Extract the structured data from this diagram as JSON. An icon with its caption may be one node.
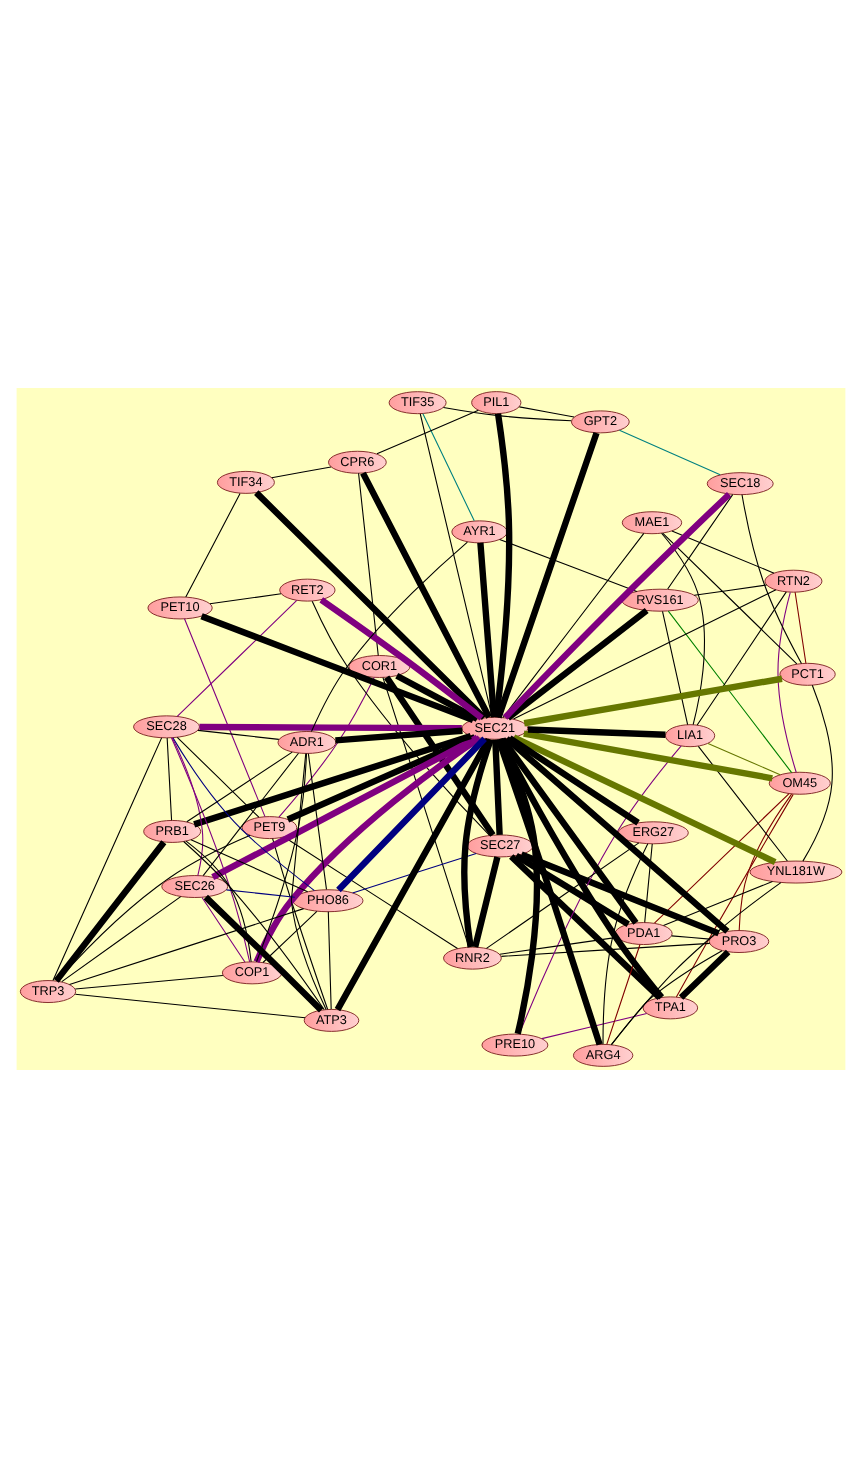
{
  "diagram": {
    "nodes": [
      {
        "text": [
          "OM45"
        ]
      },
      {
        "text": [
          "TPA1"
        ]
      },
      {
        "text": [
          "PRO3"
        ]
      },
      {
        "text": [
          "PRE10"
        ]
      },
      {
        "text": [
          "LIA1"
        ]
      },
      {
        "text": [
          "YNL181W"
        ]
      },
      {
        "text": [
          "PDA1"
        ]
      },
      {
        "text": [
          "MAE1"
        ]
      },
      {
        "text": [
          "ARG4"
        ]
      },
      {
        "text": [
          "PCT1"
        ]
      },
      {
        "text": [
          "RTN2"
        ]
      },
      {
        "text": [
          "ERG27"
        ]
      },
      {
        "text": [
          "RVS161"
        ]
      },
      {
        "text": [
          "SEC18"
        ]
      },
      {
        "text": [
          "RNR2"
        ]
      },
      {
        "text": [
          "AYR1"
        ]
      },
      {
        "text": [
          "GPT2"
        ]
      },
      {
        "text": [
          "TIF35"
        ]
      },
      {
        "text": [
          "PIL1"
        ]
      },
      {
        "text": [
          "COR1"
        ]
      },
      {
        "text": [
          "CPR6"
        ]
      },
      {
        "text": [
          "TIF34"
        ]
      },
      {
        "text": [
          "PET10"
        ]
      },
      {
        "text": [
          "PET9"
        ]
      },
      {
        "text": [
          "SEC27"
        ]
      },
      {
        "text": [
          "RET2"
        ]
      },
      {
        "text": [
          "SEC21"
        ]
      },
      {
        "text": [
          "SEC28"
        ]
      },
      {
        "text": [
          "SEC26"
        ]
      },
      {
        "text": [
          "ATP3"
        ]
      },
      {
        "text": [
          "ADR1"
        ]
      },
      {
        "text": [
          "PRB1"
        ]
      },
      {
        "text": [
          "COP1"
        ]
      },
      {
        "text": [
          "TRP3"
        ]
      },
      {
        "text": [
          "PHO86"
        ]
      }
    ],
    "edges": [
      {
        "from": 26,
        "to": 34,
        "arrow": "none",
        "style": "thick",
        "color": "#000080"
      },
      {
        "from": 26,
        "to": 32,
        "arrow": "none",
        "style": "thick",
        "color": "#800080"
      },
      {
        "from": 26,
        "to": 30,
        "arrow": "none",
        "style": "thick"
      },
      {
        "from": 26,
        "to": 31,
        "arrow": "none",
        "style": "thick"
      },
      {
        "from": 26,
        "to": 29,
        "arrow": "none",
        "style": "thick"
      },
      {
        "from": 31,
        "to": 33,
        "arrow": "none",
        "style": "thick"
      },
      {
        "from": 26,
        "to": 27,
        "arrow": "none",
        "style": "thick",
        "color": "#800080"
      },
      {
        "from": 26,
        "to": 25,
        "arrow": "none",
        "style": "thick",
        "color": "#800080"
      },
      {
        "from": 26,
        "to": 28,
        "arrow": "none",
        "style": "thick",
        "color": "#800080"
      },
      {
        "from": 26,
        "to": 24,
        "arrow": "none",
        "style": "thick"
      },
      {
        "from": 30,
        "to": 32,
        "arrow": "none"
      },
      {
        "from": 30,
        "to": 31,
        "arrow": "none"
      },
      {
        "from": 30,
        "to": 29,
        "arrow": "none"
      },
      {
        "from": 30,
        "to": 34,
        "arrow": "none"
      },
      {
        "from": 30,
        "to": 27,
        "arrow": "none"
      },
      {
        "from": 30,
        "to": 28,
        "arrow": "none"
      },
      {
        "from": 30,
        "to": 15,
        "arrow": "none"
      },
      {
        "from": 32,
        "to": 31,
        "arrow": "none"
      },
      {
        "from": 32,
        "to": 33,
        "arrow": "none"
      },
      {
        "from": 32,
        "to": 34,
        "arrow": "none"
      },
      {
        "from": 31,
        "to": 29,
        "arrow": "none"
      },
      {
        "from": 31,
        "to": 34,
        "arrow": "none"
      },
      {
        "from": 33,
        "to": 34,
        "arrow": "none"
      },
      {
        "from": 29,
        "to": 34,
        "arrow": "none"
      },
      {
        "from": 29,
        "to": 33,
        "arrow": "none"
      },
      {
        "from": 27,
        "to": 34,
        "arrow": "none",
        "color": "#000080"
      },
      {
        "from": 28,
        "to": 34,
        "arrow": "none",
        "color": "#000080"
      },
      {
        "from": 24,
        "to": 34,
        "arrow": "none",
        "color": "#000080"
      },
      {
        "from": 28,
        "to": 32,
        "arrow": "none",
        "color": "#800080"
      },
      {
        "from": 27,
        "to": 32,
        "arrow": "none",
        "color": "#800080"
      },
      {
        "from": 27,
        "to": 31,
        "arrow": "none"
      },
      {
        "from": 28,
        "to": 29,
        "arrow": "none",
        "style": "thick"
      },
      {
        "from": 27,
        "to": 33,
        "arrow": "none"
      },
      {
        "from": 28,
        "to": 33,
        "arrow": "none"
      },
      {
        "from": 23,
        "to": 29,
        "arrow": "none"
      },
      {
        "from": 23,
        "to": 33,
        "arrow": "none"
      },
      {
        "from": 23,
        "to": 27,
        "arrow": "none"
      },
      {
        "from": 25,
        "to": 27,
        "arrow": "none",
        "color": "#800080"
      },
      {
        "from": 28,
        "to": 27,
        "arrow": "none",
        "color": "#800080"
      },
      {
        "from": 26,
        "to": 4,
        "arrow": "none",
        "style": "thick"
      },
      {
        "from": 26,
        "to": 15,
        "arrow": "none",
        "style": "thick"
      },
      {
        "from": 26,
        "to": 12,
        "arrow": "none",
        "style": "thick"
      },
      {
        "from": 26,
        "to": 3,
        "arrow": "none",
        "style": "thick"
      },
      {
        "from": 26,
        "to": 1,
        "arrow": "none",
        "style": "thick"
      },
      {
        "from": 26,
        "to": 2,
        "arrow": "none",
        "style": "thick"
      },
      {
        "from": 26,
        "to": 6,
        "arrow": "none",
        "style": "thick"
      },
      {
        "from": 26,
        "to": 8,
        "arrow": "none",
        "style": "thick"
      },
      {
        "from": 26,
        "to": 14,
        "arrow": "none",
        "style": "thick"
      },
      {
        "from": 26,
        "to": 19,
        "arrow": "none",
        "style": "thick"
      },
      {
        "from": 26,
        "to": 23,
        "arrow": "none",
        "style": "thick"
      },
      {
        "from": 26,
        "to": 22,
        "arrow": "none",
        "style": "thick"
      },
      {
        "from": 26,
        "to": 21,
        "arrow": "none",
        "style": "thick"
      },
      {
        "from": 26,
        "to": 20,
        "arrow": "none",
        "style": "thick"
      },
      {
        "from": 26,
        "to": 18,
        "arrow": "none",
        "style": "thick"
      },
      {
        "from": 26,
        "to": 16,
        "arrow": "none",
        "style": "thick"
      },
      {
        "from": 26,
        "to": 11,
        "arrow": "none",
        "style": "thick"
      },
      {
        "from": 26,
        "to": 0,
        "arrow": "none",
        "style": "thick",
        "color": "#667700"
      },
      {
        "from": 26,
        "to": 5,
        "arrow": "none",
        "style": "thick",
        "color": "#667700"
      },
      {
        "from": 26,
        "to": 9,
        "arrow": "none",
        "style": "thick",
        "color": "#667700"
      },
      {
        "from": 26,
        "to": 13,
        "arrow": "none",
        "style": "thick",
        "color": "#800080"
      },
      {
        "from": 26,
        "to": 7,
        "arrow": "none"
      },
      {
        "from": 26,
        "to": 10,
        "arrow": "none"
      },
      {
        "from": 26,
        "to": 17,
        "arrow": "none"
      },
      {
        "from": 0,
        "to": 1,
        "arrow": "none",
        "color": "#800000"
      },
      {
        "from": 0,
        "to": 2,
        "arrow": "none",
        "color": "#800000"
      },
      {
        "from": 0,
        "to": 4,
        "arrow": "none",
        "color": "#667700"
      },
      {
        "from": 0,
        "to": 12,
        "arrow": "none",
        "color": "#008000"
      },
      {
        "from": 0,
        "to": 6,
        "arrow": "none",
        "color": "#800000"
      },
      {
        "from": 0,
        "to": 10,
        "arrow": "none",
        "color": "#800080"
      },
      {
        "from": 1,
        "to": 2,
        "arrow": "none",
        "style": "thick"
      },
      {
        "from": 1,
        "to": 3,
        "arrow": "none",
        "color": "#800080"
      },
      {
        "from": 3,
        "to": 4,
        "arrow": "none",
        "color": "#800080"
      },
      {
        "from": 2,
        "to": 6,
        "arrow": "none"
      },
      {
        "from": 2,
        "to": 8,
        "arrow": "none"
      },
      {
        "from": 2,
        "to": 14,
        "arrow": "none"
      },
      {
        "from": 2,
        "to": 24,
        "arrow": "none",
        "style": "thick"
      },
      {
        "from": 1,
        "to": 24,
        "arrow": "none",
        "style": "thick"
      },
      {
        "from": 4,
        "to": 7,
        "arrow": "none"
      },
      {
        "from": 4,
        "to": 5,
        "arrow": "none"
      },
      {
        "from": 4,
        "to": 12,
        "arrow": "none"
      },
      {
        "from": 4,
        "to": 10,
        "arrow": "none"
      },
      {
        "from": 5,
        "to": 6,
        "arrow": "none"
      },
      {
        "from": 5,
        "to": 8,
        "arrow": "none"
      },
      {
        "from": 5,
        "to": 9,
        "arrow": "none"
      },
      {
        "from": 6,
        "to": 8,
        "arrow": "none",
        "color": "#800000"
      },
      {
        "from": 6,
        "to": 14,
        "arrow": "none"
      },
      {
        "from": 6,
        "to": 11,
        "arrow": "none"
      },
      {
        "from": 6,
        "to": 24,
        "arrow": "none",
        "style": "thick"
      },
      {
        "from": 7,
        "to": 10,
        "arrow": "none"
      },
      {
        "from": 7,
        "to": 9,
        "arrow": "none"
      },
      {
        "from": 8,
        "to": 11,
        "arrow": "none"
      },
      {
        "from": 9,
        "to": 10,
        "arrow": "none",
        "color": "#800000"
      },
      {
        "from": 9,
        "to": 13,
        "arrow": "none"
      },
      {
        "from": 10,
        "to": 12,
        "arrow": "none"
      },
      {
        "from": 12,
        "to": 15,
        "arrow": "none"
      },
      {
        "from": 12,
        "to": 13,
        "arrow": "none"
      },
      {
        "from": 13,
        "to": 16,
        "arrow": "none",
        "color": "#008080"
      },
      {
        "from": 15,
        "to": 17,
        "arrow": "none",
        "color": "#008080"
      },
      {
        "from": 16,
        "to": 17,
        "arrow": "none"
      },
      {
        "from": 16,
        "to": 18,
        "arrow": "none"
      },
      {
        "from": 14,
        "to": 19,
        "arrow": "none"
      },
      {
        "from": 14,
        "to": 23,
        "arrow": "none"
      },
      {
        "from": 19,
        "to": 23,
        "arrow": "none",
        "color": "#800080"
      },
      {
        "from": 19,
        "to": 20,
        "arrow": "none"
      },
      {
        "from": 20,
        "to": 21,
        "arrow": "none"
      },
      {
        "from": 21,
        "to": 22,
        "arrow": "none"
      },
      {
        "from": 22,
        "to": 23,
        "arrow": "none",
        "color": "#800080"
      },
      {
        "from": 22,
        "to": 25,
        "arrow": "none"
      },
      {
        "from": 24,
        "to": 25,
        "arrow": "none"
      },
      {
        "from": 11,
        "to": 14,
        "arrow": "none"
      },
      {
        "from": 18,
        "to": 20,
        "arrow": "none"
      },
      {
        "from": 19,
        "to": 24,
        "arrow": "none",
        "style": "thick"
      },
      {
        "from": 14,
        "to": 24,
        "arrow": "none",
        "style": "thick"
      }
    ]
  }
}
